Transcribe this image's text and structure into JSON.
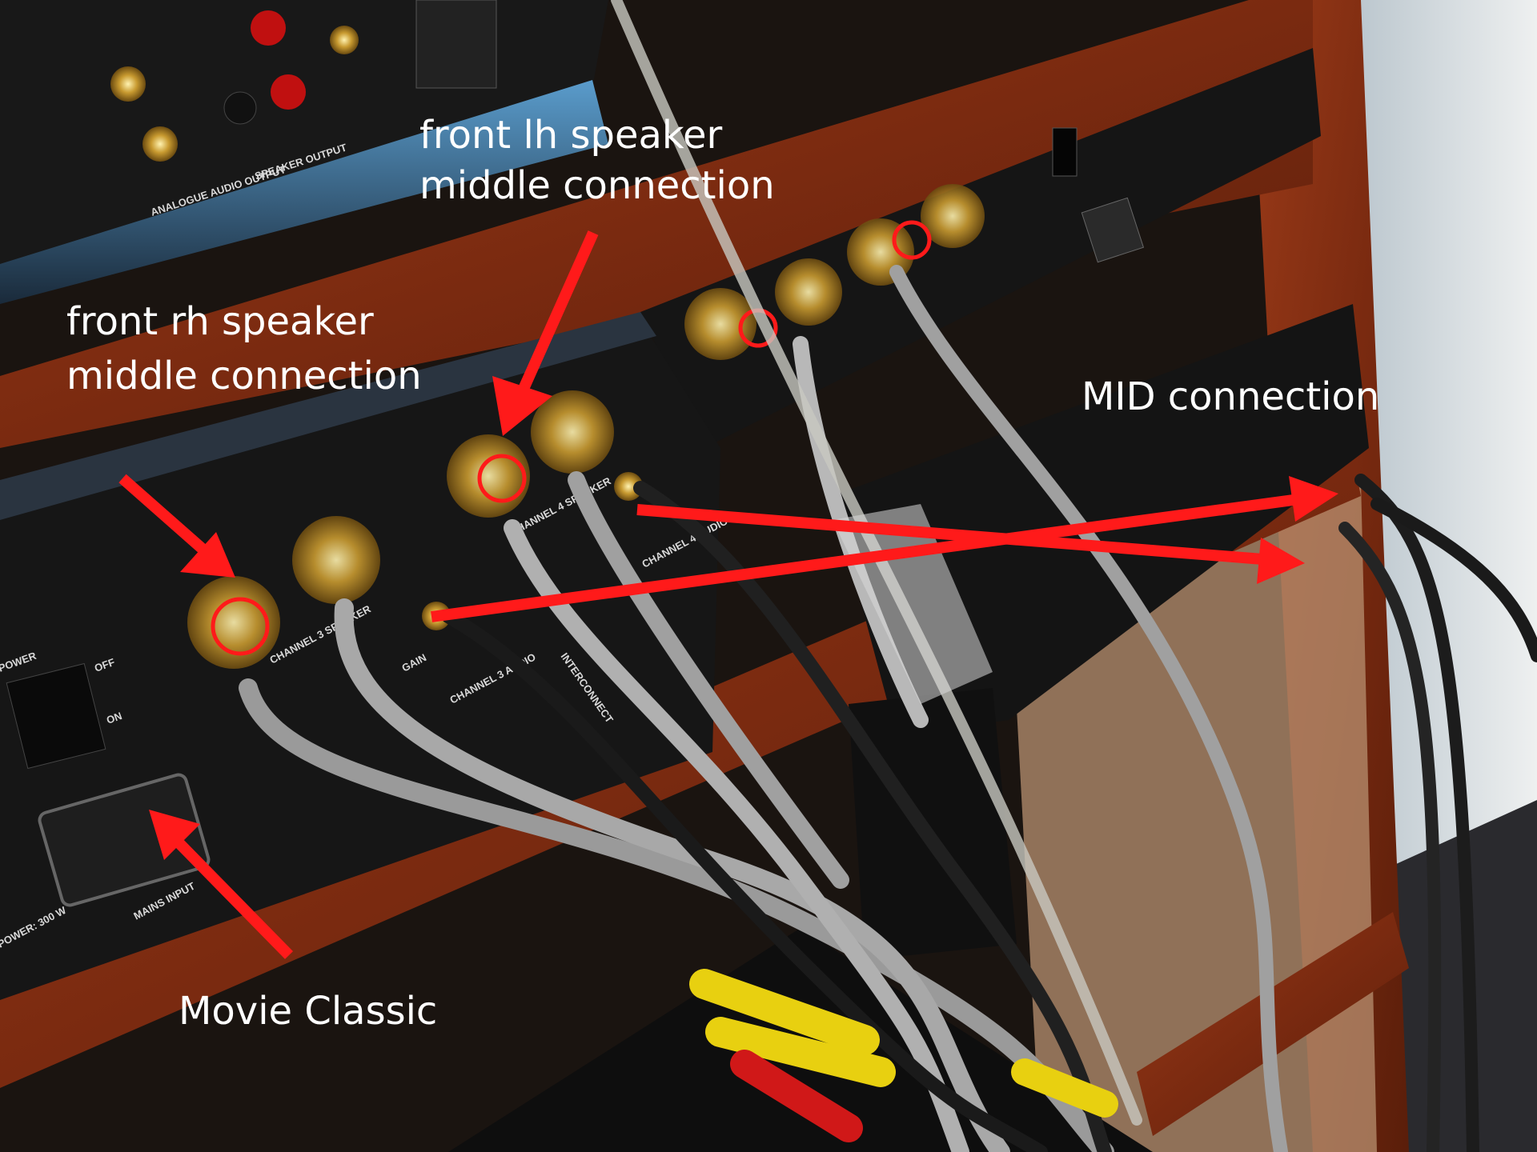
{
  "annotations": {
    "front_lh": [
      "front lh speaker",
      "middle connection"
    ],
    "front_rh": [
      "front rh speaker",
      "middle connection"
    ],
    "mid": "MID connection",
    "movie_classic": "Movie Classic"
  },
  "device_labels": {
    "channel3_speaker": "CHANNEL 3 SPEAKER",
    "channel4_speaker": "CHANNEL 4 SPEAKER",
    "channel3_audio": "CHANNEL 3 AUDIO",
    "channel4_audio": "CHANNEL 4 AUDIO",
    "mains_input": "MAINS INPUT",
    "speaker_output": "SPEAKER OUTPUT",
    "analogue_audio_output": "ANALOGUE AUDIO OUTPUT",
    "gain": "GAIN",
    "power": "POWER",
    "off": "OFF",
    "on": "ON",
    "interconnect": "INTERCONNECT",
    "power_rating": "POWER: 300 W"
  },
  "colors": {
    "annotation_red": "#ff1a1a",
    "annotation_text": "#ffffff",
    "wood": "#8a2e12",
    "chassis": "#141414"
  }
}
